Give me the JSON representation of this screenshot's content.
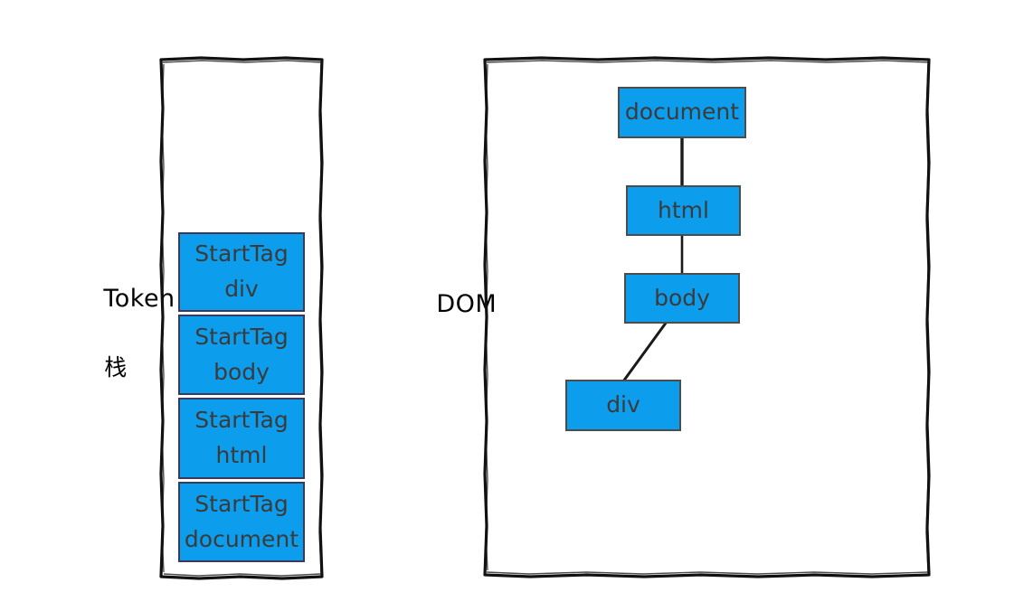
{
  "colors": {
    "node_fill": "#0d9ded",
    "node_border": "#4c4c4c",
    "node_text": "#3b3b3b",
    "frame_stroke": "#111111",
    "label_text": "#000000",
    "edge_stroke": "#1a1a1a",
    "background": "#ffffff"
  },
  "left_panel": {
    "label_line1": "Token",
    "label_line2": "栈",
    "stack_items": [
      {
        "kind": "StartTag",
        "name": "div"
      },
      {
        "kind": "StartTag",
        "name": "body"
      },
      {
        "kind": "StartTag",
        "name": "html"
      },
      {
        "kind": "StartTag",
        "name": "document"
      }
    ]
  },
  "right_panel": {
    "label": "DOM",
    "nodes": [
      {
        "id": "document",
        "label": "document"
      },
      {
        "id": "html",
        "label": "html"
      },
      {
        "id": "body",
        "label": "body"
      },
      {
        "id": "div",
        "label": "div"
      }
    ],
    "edges": [
      {
        "from": "document",
        "to": "html"
      },
      {
        "from": "html",
        "to": "body"
      },
      {
        "from": "body",
        "to": "div"
      }
    ]
  }
}
